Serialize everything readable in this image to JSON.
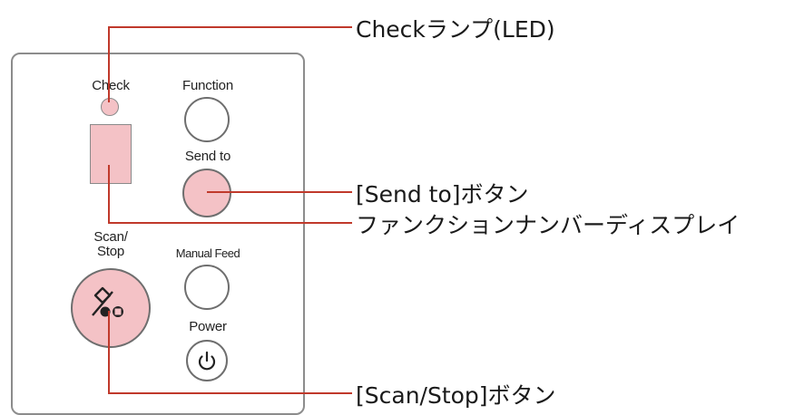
{
  "panel": {
    "labels": {
      "check": "Check",
      "function": "Function",
      "send_to": "Send to",
      "scan_stop_line1": "Scan/",
      "scan_stop_line2": "Stop",
      "manual_feed": "Manual Feed",
      "power": "Power"
    },
    "highlight_color": "#f4c2c6"
  },
  "callouts": {
    "check_lamp": "Checkランプ(LED)",
    "send_to_button": "[Send to]ボタン",
    "function_number_display": "ファンクションナンバーディスプレイ",
    "scan_stop_button": "[Scan/Stop]ボタン"
  },
  "colors": {
    "leader_line": "#c0392b"
  }
}
